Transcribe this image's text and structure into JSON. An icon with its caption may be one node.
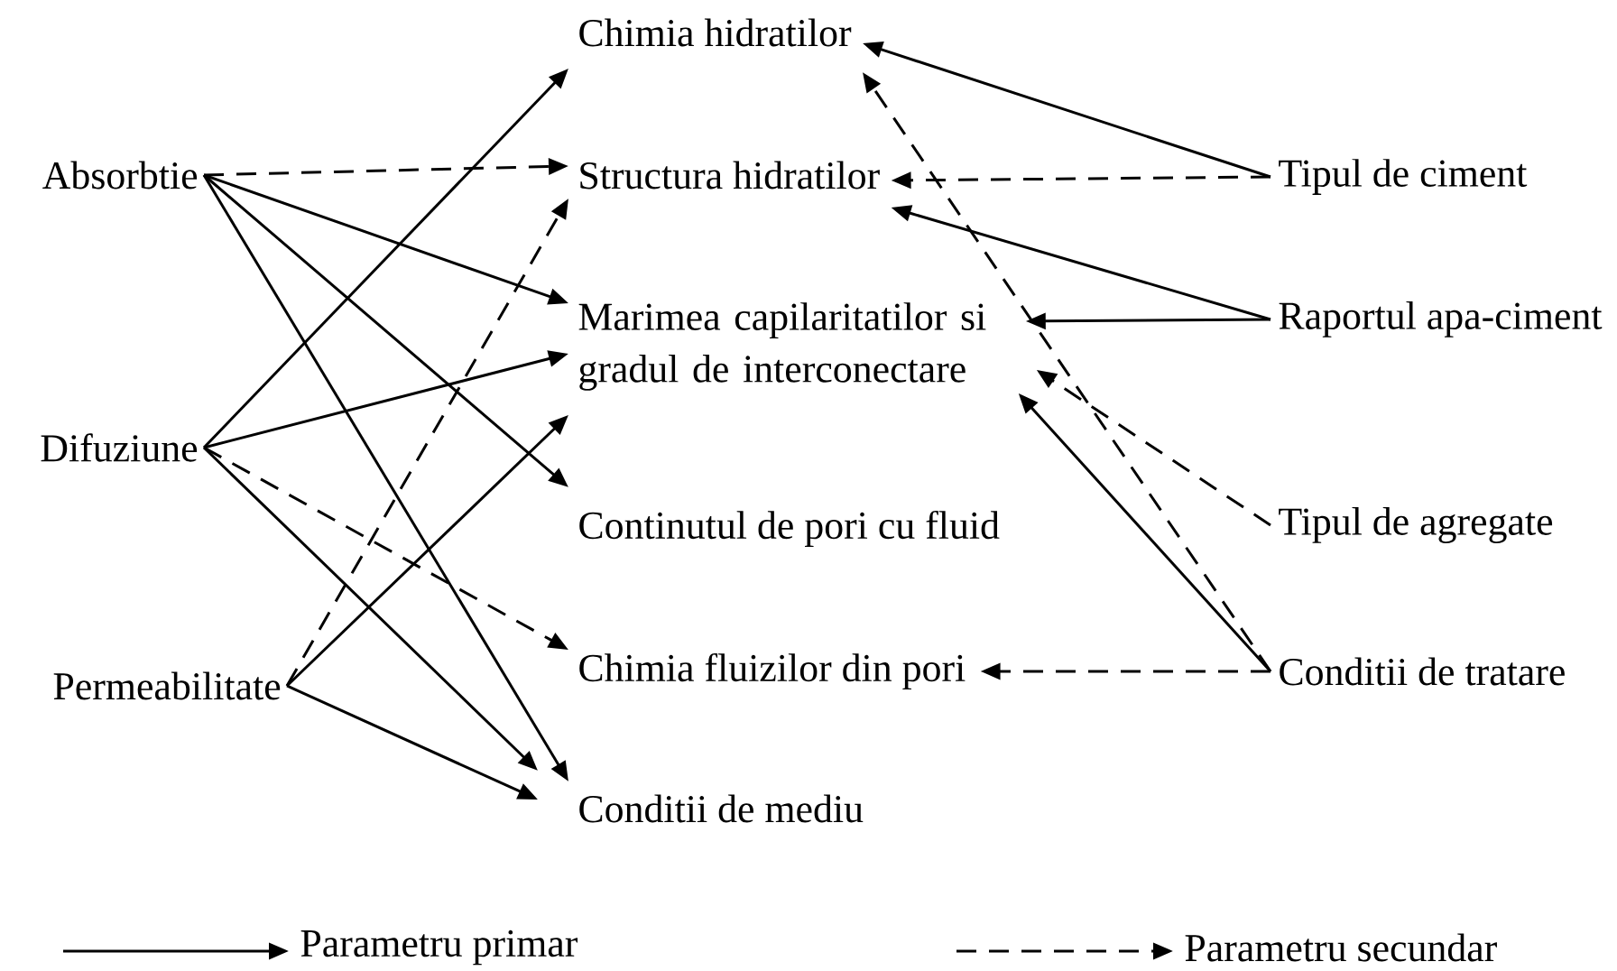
{
  "diagram": {
    "nodes": [
      {
        "text": [
          "Absorbtie"
        ]
      },
      {
        "text": [
          "Difuziune"
        ]
      },
      {
        "text": [
          "Permeabilitate"
        ]
      },
      {
        "text": [
          "Chimia hidratilor"
        ]
      },
      {
        "text": [
          "Structura hidratilor"
        ]
      },
      {
        "text": [
          "Marimea capilaritatilor si gradul de interconectare"
        ]
      },
      {
        "text": [
          "Continutul de pori cu fluid"
        ]
      },
      {
        "text": [
          "Chimia fluizilor din pori"
        ]
      },
      {
        "text": [
          "Conditii de mediu"
        ]
      },
      {
        "text": [
          "Tipul de ciment"
        ]
      },
      {
        "text": [
          "Raportul apa-ciment"
        ]
      },
      {
        "text": [
          "Tipul de agregate"
        ]
      },
      {
        "text": [
          "Conditii de tratare"
        ]
      }
    ],
    "edges": [
      {
        "from": 0,
        "to": 4,
        "arrow": "to",
        "style": "dashed"
      },
      {
        "from": 0,
        "to": 5,
        "arrow": "to"
      },
      {
        "from": 0,
        "to": 6,
        "arrow": "to"
      },
      {
        "from": 0,
        "to": 8,
        "arrow": "to"
      },
      {
        "from": 1,
        "to": 3,
        "arrow": "to"
      },
      {
        "from": 1,
        "to": 5,
        "arrow": "to"
      },
      {
        "from": 1,
        "to": 7,
        "arrow": "to",
        "style": "dashed"
      },
      {
        "from": 1,
        "to": 8,
        "arrow": "to"
      },
      {
        "from": 2,
        "to": 4,
        "arrow": "to",
        "style": "dashed"
      },
      {
        "from": 2,
        "to": 5,
        "arrow": "to"
      },
      {
        "from": 2,
        "to": 8,
        "arrow": "to"
      },
      {
        "from": 9,
        "to": 3,
        "arrow": "to"
      },
      {
        "from": 9,
        "to": 4,
        "arrow": "to",
        "style": "dashed"
      },
      {
        "from": 10,
        "to": 4,
        "arrow": "to"
      },
      {
        "from": 10,
        "to": 5,
        "arrow": "to"
      },
      {
        "from": 11,
        "to": 5,
        "arrow": "to",
        "style": "dashed"
      },
      {
        "from": 12,
        "to": 5,
        "arrow": "to"
      },
      {
        "from": 12,
        "to": 3,
        "arrow": "to",
        "style": "dashed"
      },
      {
        "from": 12,
        "to": 7,
        "arrow": "to",
        "style": "dashed"
      }
    ],
    "legend": [
      {
        "text": "Parametru primar"
      },
      {
        "text": "Parametru secundar"
      }
    ]
  }
}
